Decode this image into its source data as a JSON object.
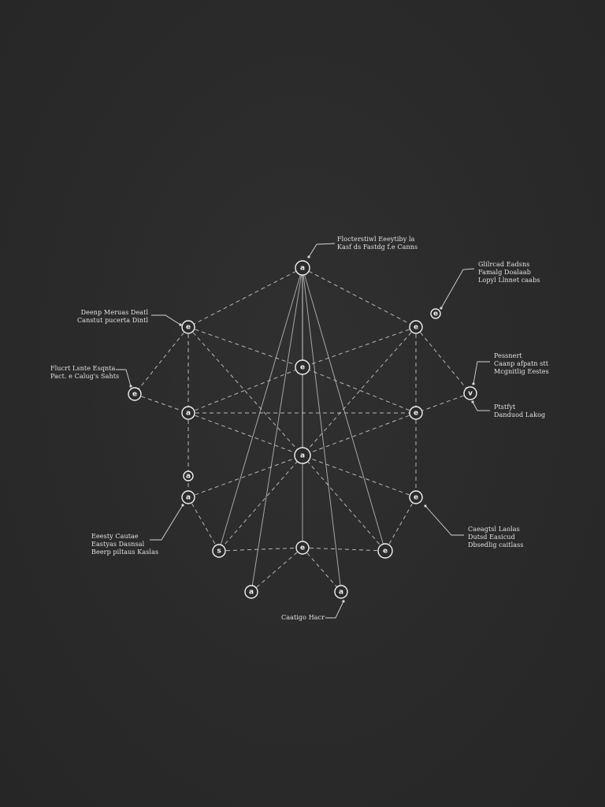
{
  "nodes": [
    {
      "id": "n-top",
      "glyph": "a"
    },
    {
      "id": "n-tr-small",
      "glyph": "e"
    },
    {
      "id": "n-ul",
      "glyph": "e"
    },
    {
      "id": "n-ur",
      "glyph": "e"
    },
    {
      "id": "n-far-left",
      "glyph": "e"
    },
    {
      "id": "n-far-right",
      "glyph": "v"
    },
    {
      "id": "n-center-upper",
      "glyph": "e"
    },
    {
      "id": "n-ml",
      "glyph": "a"
    },
    {
      "id": "n-mr",
      "glyph": "e"
    },
    {
      "id": "n-center",
      "glyph": "a"
    },
    {
      "id": "n-l-small",
      "glyph": "a"
    },
    {
      "id": "n-ll",
      "glyph": "a"
    },
    {
      "id": "n-lr",
      "glyph": "e"
    },
    {
      "id": "n-bl",
      "glyph": "s"
    },
    {
      "id": "n-bc",
      "glyph": "e"
    },
    {
      "id": "n-br",
      "glyph": "e"
    },
    {
      "id": "n-bbl",
      "glyph": "a"
    },
    {
      "id": "n-bbr",
      "glyph": "a"
    }
  ],
  "labels": {
    "top": [
      "Flocterstiwl Eeeytiby la",
      "Kasf ds Fastdg f.e Canns"
    ],
    "top_right": [
      "Glilrcad Eadsns",
      "Famalg Doalaab",
      "Lopyl Llnnet caabs"
    ],
    "upper_left": [
      "Deenp Meruas Deatl",
      "Canstut pucerta Dintl"
    ],
    "left": [
      "Flucrt Lsnte Esqnta",
      "Pact. e Calug's Sahts"
    ],
    "right_upper": [
      "Pessnert",
      "Caanp afpatn stt",
      "Mcgnitlig Eestes"
    ],
    "right_lower": [
      "Ptstfyt",
      "Danduod Lakog"
    ],
    "lower_left": [
      "Eeesty Cautae",
      "Eastyas Dasnsal",
      "Beerp piltaus Kaslas"
    ],
    "lower_right": [
      "Caeagtsl Laolas",
      "Dutsd Easicud",
      "Dbsedlig caitlass"
    ],
    "bottom": [
      "Caatigo Hacr"
    ]
  }
}
